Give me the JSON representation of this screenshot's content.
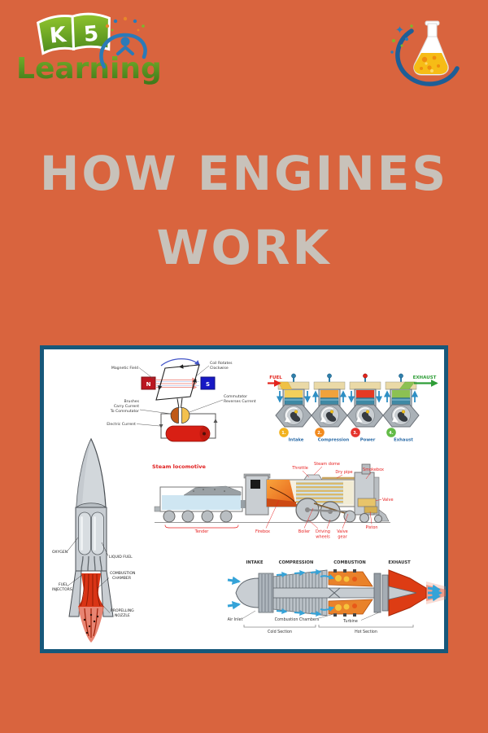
{
  "colors": {
    "background": "#d9643e",
    "panel_border": "#17587a",
    "title_text": "#c8c2ba",
    "label_red": "#e02020",
    "label_blue": "#2c6ca8"
  },
  "header": {
    "k5": "K 5",
    "learning": "Learning"
  },
  "title": {
    "line1": "HOW ENGINES",
    "line2": "WORK"
  },
  "motor": {
    "magnetic_field": "Magnetic Field",
    "coil_rotates": [
      "Coil Rotates",
      "Clockwise"
    ],
    "magnet_n": "N",
    "magnet_s": "S",
    "brushes": [
      "Brushes",
      "Carry Current",
      "To Commutator"
    ],
    "commutator": [
      "Commutator",
      "Reverses Current"
    ],
    "electric_current": "Electric Current"
  },
  "four_stroke": {
    "fuel": "FUEL",
    "exhaust": "EXHAUST",
    "strokes": [
      {
        "num": "1.",
        "label": "Intake",
        "badge_color": "#f2b21f",
        "chamber_color": "#f2cf5b",
        "valve_color": "#2f7fab"
      },
      {
        "num": "2.",
        "label": "Compression",
        "badge_color": "#f28a1d",
        "chamber_color": "#f0a23c",
        "valve_color": "#2f7fab"
      },
      {
        "num": "3.",
        "label": "Power",
        "badge_color": "#e5332c",
        "chamber_color": "#e43a24",
        "valve_color": "#e3241c"
      },
      {
        "num": "4.",
        "label": "Exhaust",
        "badge_color": "#62bb46",
        "chamber_color": "#8cc153",
        "valve_color": "#2f7fab"
      }
    ]
  },
  "rocket": {
    "oxygen": "OXYGEN",
    "liquid_fuel": "LIQUID FUEL",
    "fuel_injectors": [
      "FUEL",
      "INJECTORS"
    ],
    "combustion_chamber": [
      "COMBUSTION",
      "CHAMBER"
    ],
    "propelling_nozzle": [
      "PROPELLING",
      "NOZZLE"
    ]
  },
  "locomotive": {
    "title": "Steam locomotive",
    "labels": {
      "throttle": "Throttle",
      "steam_dome": "Steam dome",
      "dry_pipe": "Dry pipe",
      "smokebox": "Smokebox",
      "valve": "Valve",
      "tender": "Tender",
      "firebox": "Firebox",
      "boiler": "Boiler",
      "driving_wheels": [
        "Driving",
        "wheels"
      ],
      "valve_gear": [
        "Valve",
        "gear"
      ],
      "piston": "Piston"
    }
  },
  "jet": {
    "sections": [
      "INTAKE",
      "COMPRESSION",
      "COMBUSTION",
      "EXHAUST"
    ],
    "air_inlet": "Air Inlet",
    "combustion_chambers": "Combustion Chambers",
    "turbine": "Turbine",
    "cold_section": "Cold Section",
    "hot_section": "Hot Section"
  }
}
